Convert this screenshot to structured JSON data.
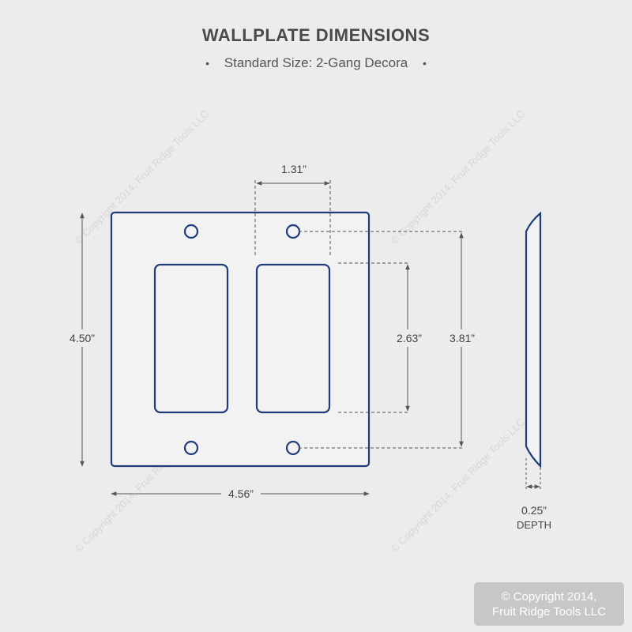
{
  "title": "WALLPLATE DIMENSIONS",
  "subtitle": "Standard Size: 2-Gang Decora",
  "bullet": "•",
  "dimensions": {
    "opening_spacing": "1.31”",
    "plate_height": "4.50”",
    "plate_width": "4.56”",
    "opening_height": "2.63”",
    "screw_spacing": "3.81”",
    "depth_value": "0.25”",
    "depth_label": "DEPTH"
  },
  "watermark": "© Copyright 2014, Fruit Ridge Tools LLC",
  "copyright": {
    "line1": "© Copyright 2014,",
    "line2": "Fruit Ridge Tools LLC"
  },
  "colors": {
    "outline": "#1f3d7a",
    "dimension": "#555555",
    "background": "#ececec"
  }
}
